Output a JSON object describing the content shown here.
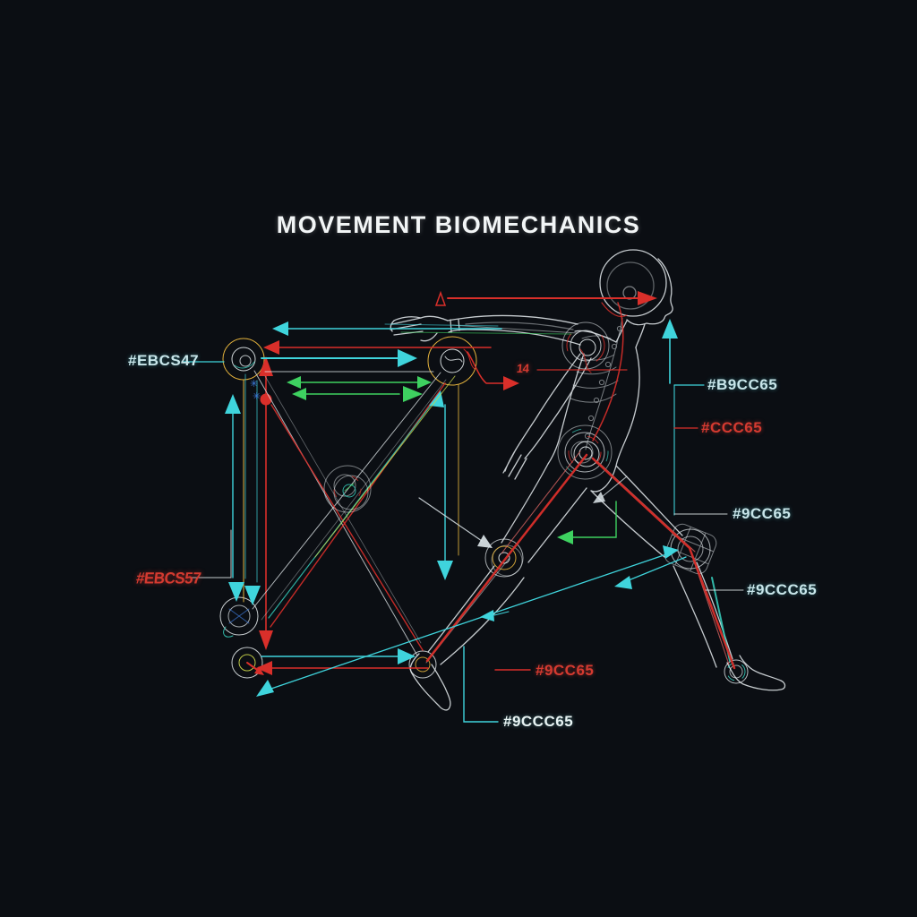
{
  "title": "MOVEMENT BIOMECHANICS",
  "labels": {
    "left_upper": "#EBCS47",
    "left_lower": "#EBCS57",
    "right_shoulder": "#B9CC65",
    "right_hip": "#CCC65",
    "right_knee": "#9CC65",
    "right_shin": "#9CCC65",
    "bottom_red": "#9CC65",
    "bottom_cyan": "#9CCC65",
    "annotation_small": "14"
  },
  "icons": {
    "spark_glyph": "✳",
    "delta_marker": "open-triangle"
  },
  "colors": {
    "background": "#0b0e13",
    "red": "#d92f2a",
    "cyan": "#3fd4dc",
    "teal": "#35c9b8",
    "green": "#3ed160",
    "yellow": "#e2b13c",
    "yellow_green": "#c8d44a",
    "white": "#e7edf0",
    "blue": "#3e7de0",
    "label_cyan": "#c9e6ea",
    "label_red": "#d43a30",
    "title_white": "#f2f5f6"
  }
}
